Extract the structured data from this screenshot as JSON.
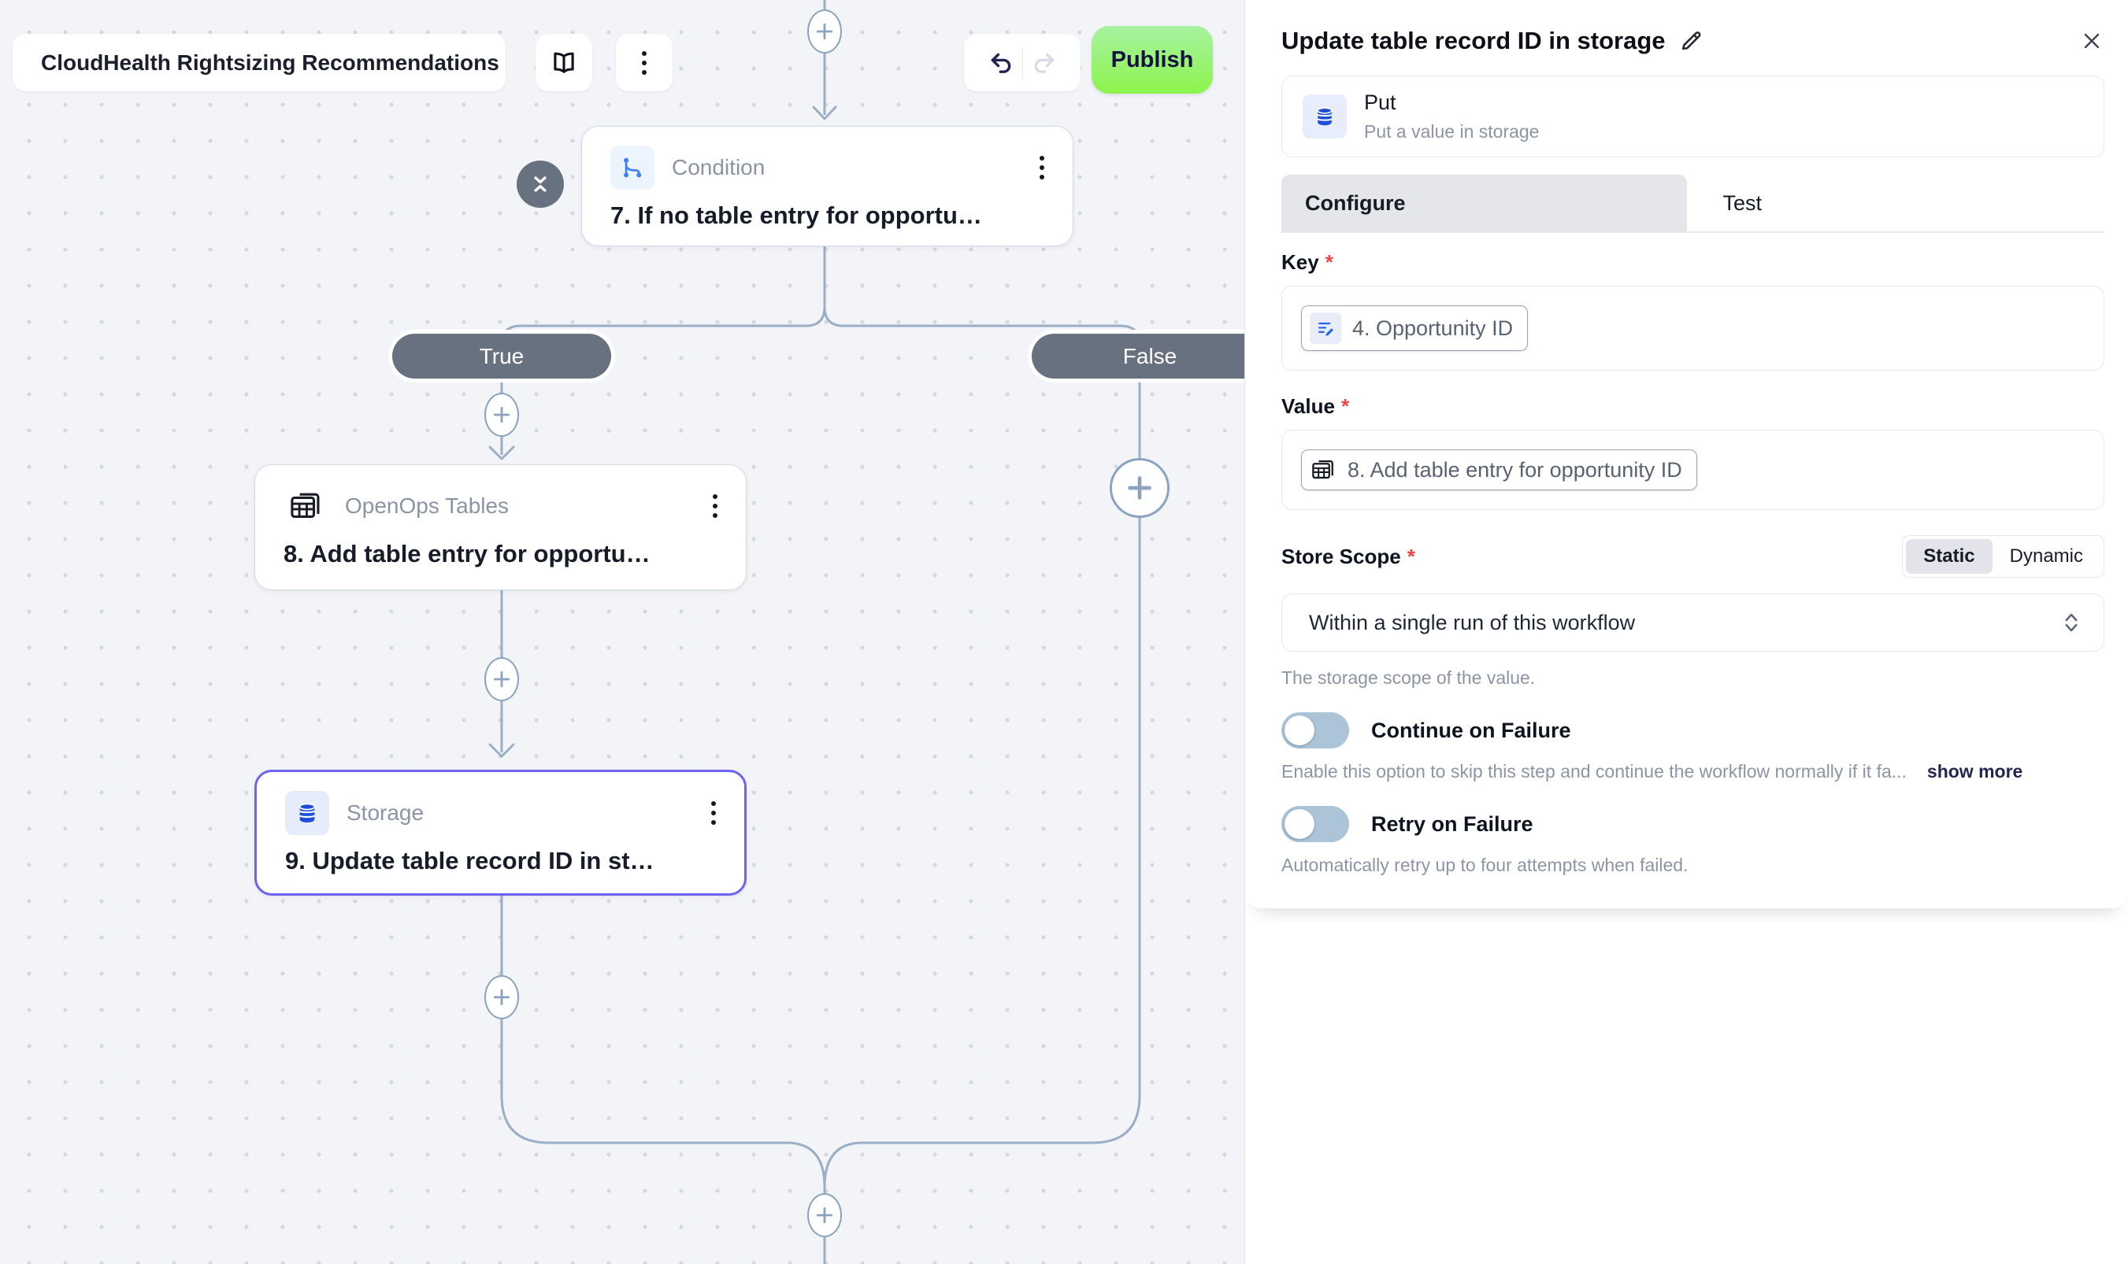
{
  "canvas": {
    "workflow_selector": {
      "label": "CloudHealth Rightsizing Recommendations"
    },
    "toolbar": {
      "publish_label": "Publish"
    },
    "branch_labels": {
      "true": "True",
      "false": "False"
    },
    "nodes": {
      "condition": {
        "type_label": "Condition",
        "title": "7. If no table entry for opportu…"
      },
      "tables": {
        "type_label": "OpenOps Tables",
        "title": "8. Add table entry for opportu…"
      },
      "storage": {
        "type_label": "Storage",
        "title": "9. Update table record ID in st…"
      }
    }
  },
  "panel": {
    "title": "Update table record ID in storage",
    "action": {
      "name": "Put",
      "description": "Put a value in storage"
    },
    "tabs": {
      "configure": "Configure",
      "test": "Test"
    },
    "required_mark": "*",
    "fields": {
      "key": {
        "label": "Key",
        "chip": "4. Opportunity ID"
      },
      "value": {
        "label": "Value",
        "chip": "8. Add table entry for opportunity ID"
      },
      "store_scope": {
        "label": "Store Scope",
        "static_option": "Static",
        "dynamic_option": "Dynamic",
        "selected": "Within a single run of this workflow",
        "helper": "The storage scope of the value."
      },
      "continue_on_failure": {
        "label": "Continue on Failure",
        "helper": "Enable this option to skip this step and continue the workflow normally if it fa...",
        "show_more": "show more"
      },
      "retry_on_failure": {
        "label": "Retry on Failure",
        "helper": "Automatically retry up to four attempts when failed."
      }
    }
  },
  "colors": {
    "publish_gradient_top": "#a7f2a2",
    "publish_gradient_bottom": "#8df44d",
    "selected_node_border": "#6e62f0",
    "edge": "#9aaec5",
    "branch_pill": "#68717f",
    "accent_blue": "#2b66e8",
    "required": "#f04444",
    "toggle_track_off": "#abc4d8"
  }
}
